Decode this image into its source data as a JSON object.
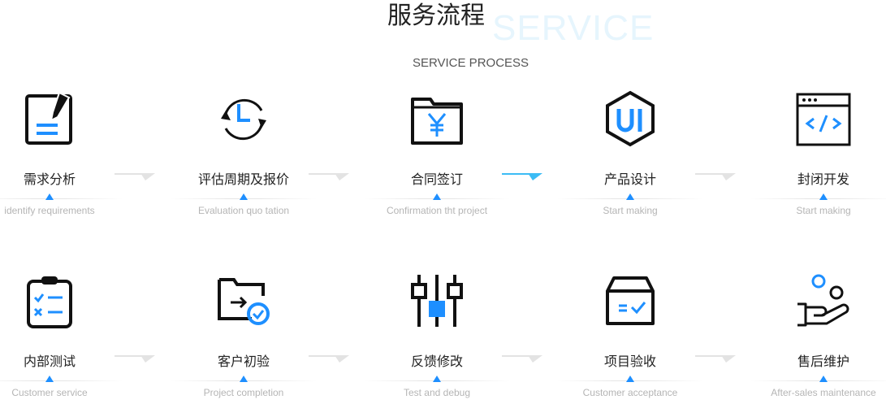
{
  "header": {
    "title": "服务流程",
    "background_text": "SERVICE",
    "subtitle": "SERVICE PROCESS"
  },
  "accent": "#1e8fff",
  "steps": [
    {
      "name": "需求分析",
      "en": "identify requirements",
      "icon": "document-edit-icon"
    },
    {
      "name": "评估周期及报价",
      "en": "Evaluation quo tation",
      "icon": "clock-cycle-icon"
    },
    {
      "name": "合同签订",
      "en": "Confirmation tht project",
      "icon": "folder-yen-icon"
    },
    {
      "name": "产品设计",
      "en": "Start making",
      "icon": "ui-hexagon-icon"
    },
    {
      "name": "封闭开发",
      "en": "Start making",
      "icon": "code-window-icon"
    },
    {
      "name": "内部测试",
      "en": "Customer service",
      "icon": "clipboard-checklist-icon"
    },
    {
      "name": "客户初验",
      "en": "Project completion",
      "icon": "folder-check-icon"
    },
    {
      "name": "反馈修改",
      "en": "Test and debug",
      "icon": "sliders-icon"
    },
    {
      "name": "项目验收",
      "en": "Customer acceptance",
      "icon": "box-check-icon"
    },
    {
      "name": "售后维护",
      "en": "After-sales maintenance",
      "icon": "hand-service-icon"
    }
  ]
}
